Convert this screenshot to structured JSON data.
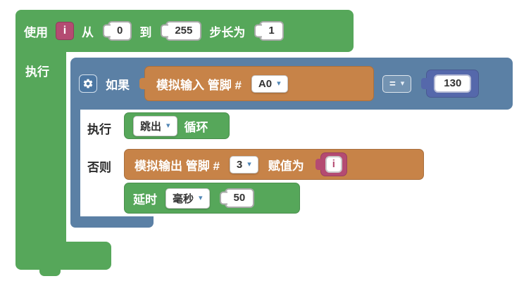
{
  "icons": {
    "dropdown_caret": "▾"
  },
  "colors": {
    "loop_green": "#56a75a",
    "logic_blue": "#5b80a5",
    "math_blue": "#5568ab",
    "io_orange": "#c78348",
    "variable_magenta": "#b44b72"
  },
  "loop": {
    "use_label": "使用",
    "variable": "i",
    "from_label": "从",
    "from_value": "0",
    "to_label": "到",
    "to_value": "255",
    "step_label": "步长为",
    "step_value": "1",
    "do_label": "执行"
  },
  "if_block": {
    "label": "如果",
    "do_label": "执行",
    "else_label": "否则",
    "condition": {
      "analog_read_label": "模拟输入 管脚 #",
      "pin": "A0",
      "operator": "=",
      "value": "130"
    }
  },
  "break_block": {
    "action": "跳出",
    "suffix": "循环"
  },
  "analog_write": {
    "label": "模拟输出 管脚 #",
    "pin": "3",
    "assign_label": "赋值为",
    "value_variable": "i"
  },
  "delay": {
    "label": "延时",
    "unit": "毫秒",
    "value": "50"
  }
}
